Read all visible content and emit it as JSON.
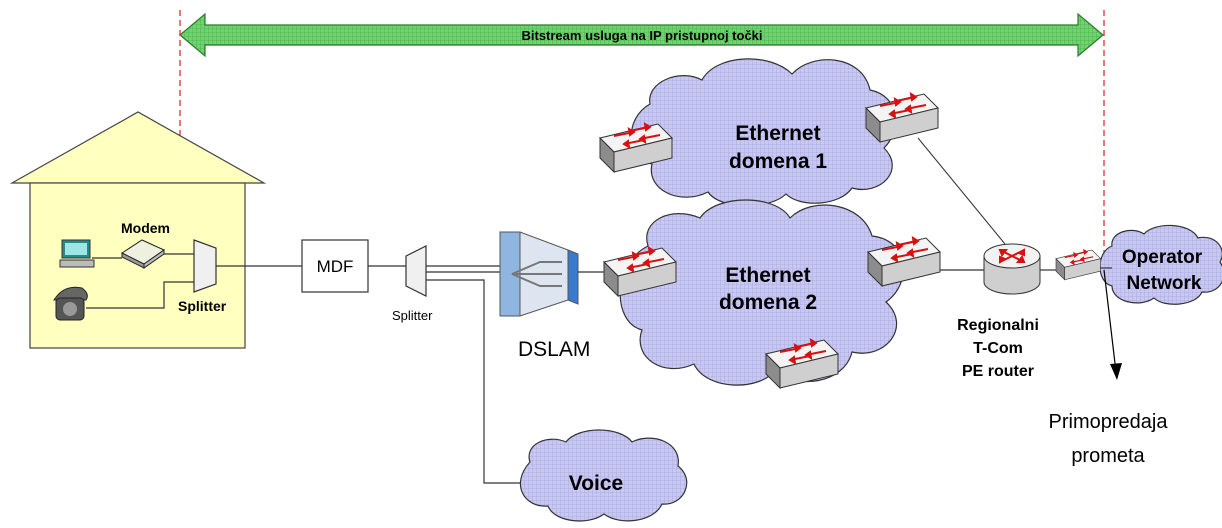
{
  "banner": {
    "text": "Bitstream usluga na IP pristupnoj točki",
    "color": "#6fd36f"
  },
  "house": {
    "modem_label": "Modem",
    "splitter_label": "Splitter",
    "wall_color": "#ffffc0"
  },
  "mdf": {
    "label": "MDF"
  },
  "splitter2": {
    "label": "Splitter"
  },
  "dslam": {
    "label": "DSLAM"
  },
  "clouds": {
    "eth1": {
      "line1": "Ethernet",
      "line2": "domena 1"
    },
    "eth2": {
      "line1": "Ethernet",
      "line2": "domena 2"
    },
    "voice": {
      "text": "Voice"
    },
    "operator": {
      "line1": "Operator",
      "line2": "Network"
    },
    "color": "#c8c8f2"
  },
  "router": {
    "line1": "Regionalni",
    "line2": "T-Com",
    "line3": "PE router"
  },
  "handover": {
    "line1": "Primopredaja",
    "line2": "prometa"
  },
  "colors": {
    "boundary": "#e03030",
    "switch_arrow": "#d81010"
  }
}
